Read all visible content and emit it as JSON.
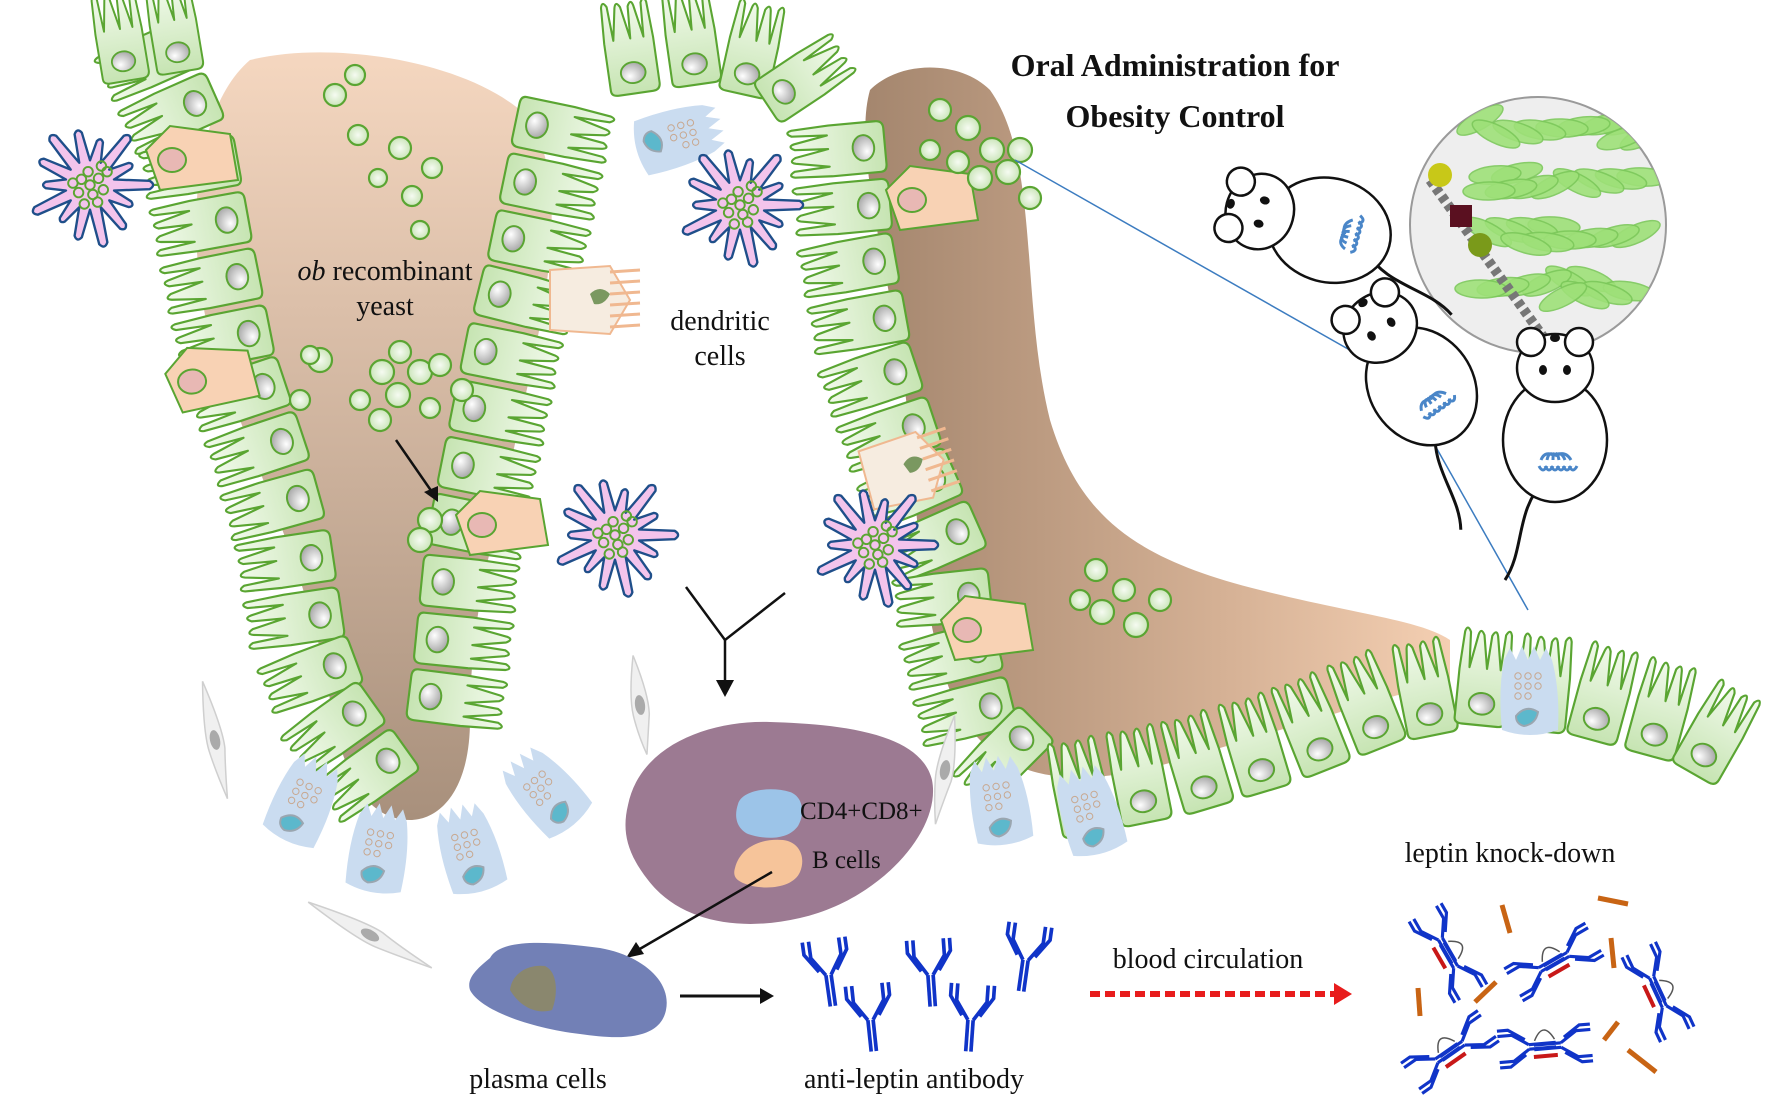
{
  "title": {
    "line1": "Oral Administration for",
    "line2": "Obesity Control"
  },
  "labels": {
    "yeast_prefix": "ob",
    "yeast_line1_rest": " recombinant",
    "yeast_line2": "yeast",
    "dendritic_line1": "dendritic",
    "dendritic_line2": "cells",
    "cd4cd8": "CD4+CD8+",
    "b_cells": "B cells",
    "plasma_cells": "plasma cells",
    "anti_leptin_antibody": "anti-leptin antibody",
    "blood_circulation": "blood circulation",
    "leptin_knockdown": "leptin knock-down"
  },
  "colors": {
    "epithelium_fill": "#d4ecc4",
    "epithelium_stroke": "#5aa532",
    "lumen_light": "#f2d2b8",
    "lumen_dark": "#a88a74",
    "dendritic_fill": "#f3c4ec",
    "dendritic_stroke": "#1f4f8a",
    "lymph_node": "#9c7a92",
    "t_cell": "#9cc4e8",
    "b_cell": "#f6c49a",
    "plasma_cell": "#7280b6",
    "plasma_nucleus": "#8a876e",
    "antibody": "#1034c8",
    "leptin": "#c86414",
    "blood_arrow": "#e81c1c",
    "mouse_gut": "#4a86c8",
    "connector_line": "#3c7cc0"
  }
}
